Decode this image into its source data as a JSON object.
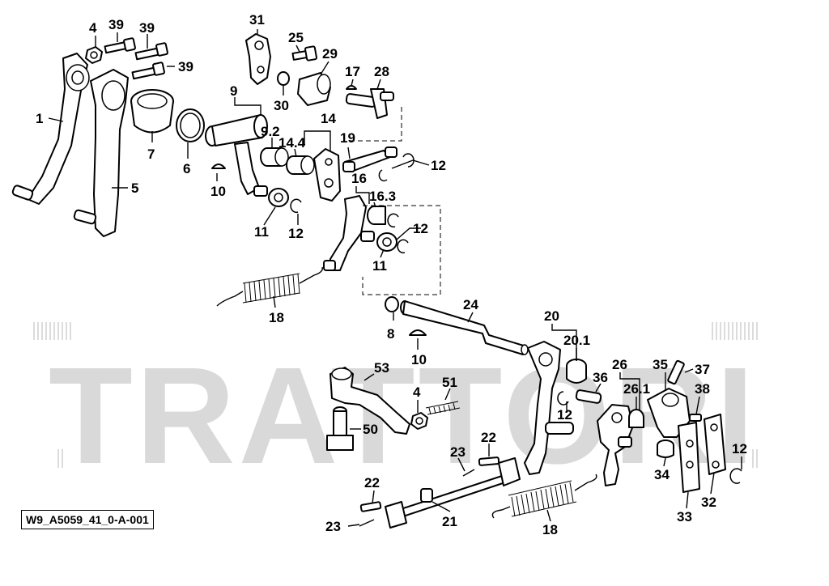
{
  "watermark": {
    "text": "TRATTORI"
  },
  "drawing_id": "W9_A5059_41_0-A-001",
  "callouts": [
    "1",
    "4",
    "39",
    "39",
    "39",
    "5",
    "7",
    "6",
    "9",
    "9.2",
    "10",
    "11",
    "12",
    "31",
    "25",
    "29",
    "30",
    "17",
    "28",
    "14",
    "14.4",
    "19",
    "12",
    "16",
    "16.3",
    "12",
    "11",
    "18",
    "24",
    "8",
    "10",
    "20",
    "20.1",
    "26",
    "36",
    "26.1",
    "35",
    "37",
    "38",
    "53",
    "51",
    "4",
    "50",
    "12",
    "23",
    "22",
    "22",
    "21",
    "23",
    "18",
    "34",
    "33",
    "32",
    "12"
  ]
}
